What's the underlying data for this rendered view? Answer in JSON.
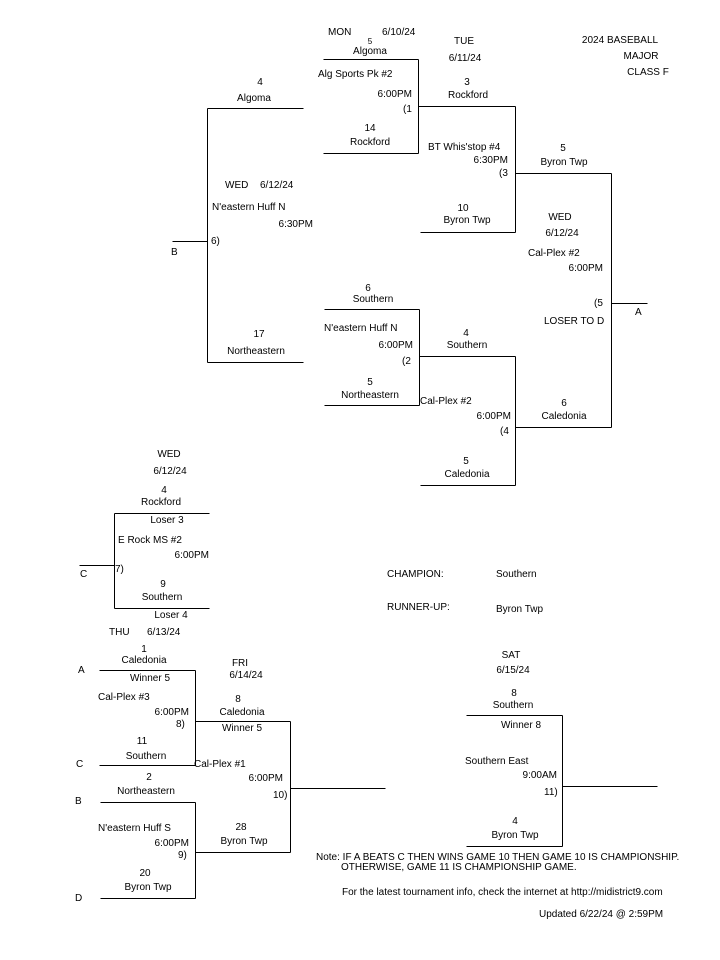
{
  "header": {
    "title_line1": "2024 BASEBALL",
    "title_line2": "MAJOR",
    "title_line3": "CLASS F"
  },
  "game1": {
    "day": "MON",
    "date": "6/10/24",
    "location": "Alg Sports Pk #2",
    "time": "6:00PM",
    "number": "(1",
    "team1": {
      "seed": "5",
      "name": "Algoma"
    },
    "team2": {
      "seed": "14",
      "name": "Rockford"
    }
  },
  "game2": {
    "location": "N'eastern Huff N",
    "time": "6:00PM",
    "number": "(2",
    "team1": {
      "seed": "6",
      "name": "Southern"
    },
    "team2": {
      "seed": "5",
      "name": "Northeastern"
    }
  },
  "game3": {
    "day": "TUE",
    "date": "6/11/24",
    "location": "BT Whis'stop #4",
    "time": "6:30PM",
    "number": "(3",
    "team1": {
      "seed": "3",
      "name": "Rockford"
    },
    "team2": {
      "seed": "10",
      "name": "Byron Twp"
    }
  },
  "game4": {
    "location": "Cal-Plex #2",
    "time": "6:00PM",
    "number": "(4",
    "team1": {
      "seed": "4",
      "name": "Southern"
    },
    "team2": {
      "seed": "5",
      "name": "Caledonia"
    }
  },
  "game5": {
    "day": "WED",
    "date": "6/12/24",
    "location": "Cal-Plex #2",
    "time": "6:00PM",
    "number": "(5",
    "team1": {
      "seed": "5",
      "name": "Byron Twp"
    },
    "team2": {
      "seed": "6",
      "name": "Caledonia"
    },
    "loser_note": "LOSER TO D",
    "winner_letter": "A"
  },
  "game6": {
    "day": "WED",
    "date": "6/12/24",
    "location": "N'eastern Huff N",
    "time": "6:30PM",
    "number": "6)",
    "team1": {
      "seed": "4",
      "name": "Algoma"
    },
    "team2": {
      "seed": "17",
      "name": "Northeastern"
    },
    "winner_letter": "B"
  },
  "game7": {
    "day": "WED",
    "date": "6/12/24",
    "location": "E Rock MS #2",
    "time": "6:00PM",
    "number": "7)",
    "team1": {
      "seed": "4",
      "name": "Rockford",
      "from": "Loser 3"
    },
    "team2": {
      "seed": "9",
      "name": "Southern",
      "from": "Loser 4"
    },
    "winner_letter": "C"
  },
  "game8": {
    "day": "THU",
    "date": "6/13/24",
    "location": "Cal-Plex #3",
    "time": "6:00PM",
    "number": "8)",
    "team1": {
      "letter": "A",
      "seed": "1",
      "name": "Caledonia",
      "from": "Winner 5"
    },
    "team2": {
      "letter": "C",
      "seed": "11",
      "name": "Southern"
    }
  },
  "game9": {
    "location": "N'eastern Huff S",
    "time": "6:00PM",
    "number": "9)",
    "team1": {
      "letter": "B",
      "seed": "2",
      "name": "Northeastern"
    },
    "team2": {
      "letter": "D",
      "seed": "20",
      "name": "Byron Twp"
    }
  },
  "game10": {
    "day": "FRI",
    "date": "6/14/24",
    "location": "Cal-Plex #1",
    "time": "6:00PM",
    "number": "10)",
    "team1": {
      "seed": "8",
      "name": "Caledonia",
      "from": "Winner 5"
    },
    "team2": {
      "seed": "28",
      "name": "Byron Twp"
    }
  },
  "game11": {
    "day": "SAT",
    "date": "6/15/24",
    "location": "Southern East",
    "time": "9:00AM",
    "number": "11)",
    "team1": {
      "seed": "8",
      "name": "Southern",
      "from": "Winner 8"
    },
    "team2": {
      "seed": "4",
      "name": "Byron Twp"
    }
  },
  "results": {
    "champion_label": "CHAMPION:",
    "champion": "Southern",
    "runnerup_label": "RUNNER-UP:",
    "runnerup": "Byron Twp"
  },
  "footer": {
    "note_line1": "Note: IF A BEATS C THEN WINS GAME 10 THEN GAME 10 IS CHAMPIONSHIP.",
    "note_line2": "OTHERWISE, GAME 11 IS CHAMPIONSHIP GAME.",
    "info": "For the latest tournament info, check the internet at http://midistrict9.com",
    "updated": "Updated  6/22/24 @  2:59PM"
  }
}
